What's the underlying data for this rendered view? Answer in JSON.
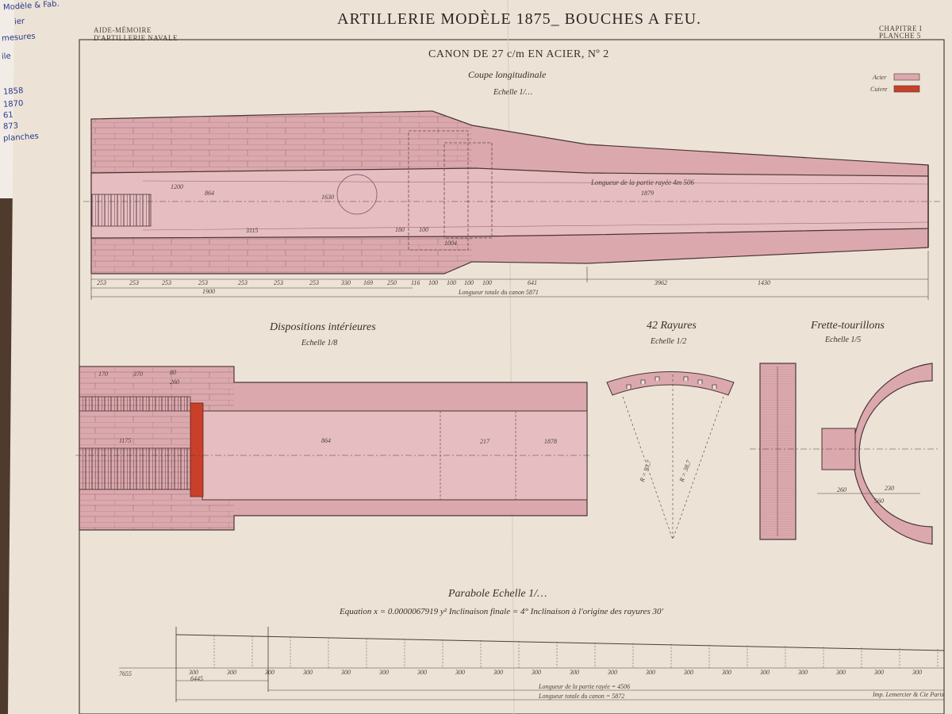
{
  "header": {
    "title": "ARTILLERIE MODÈLE 1875_ BOUCHES A FEU.",
    "left_line1": "AIDE-MÉMOIRE",
    "left_line2": "D'ARTILLERIE NAVALE",
    "right_line1": "CHAPITRE I",
    "right_line2": "PLANCHE 5"
  },
  "main_drawing": {
    "title": "CANON DE 27 c/m EN ACIER, Nº 2",
    "subtitle": "Coupe longitudinale",
    "scale": "Echelle 1/…",
    "rifled_length": "Longueur de la partie rayée 4m 506",
    "rifled_value": "1879",
    "bore_labels": [
      "1200",
      "864",
      "3115",
      "1630",
      "180",
      "100",
      "1004"
    ],
    "bottom_dims": [
      "253",
      "253",
      "253",
      "253",
      "253",
      "253",
      "253",
      "330",
      "169",
      "250",
      "116",
      "100",
      "100",
      "100",
      "100",
      "641",
      "3962",
      "1430"
    ],
    "sub_total": "1900",
    "total_length": "Longueur totale du canon 5871"
  },
  "legend": {
    "items": [
      {
        "label": "Acier",
        "color": "#dba9ad"
      },
      {
        "label": "Cuivre",
        "color": "#c8402a"
      }
    ]
  },
  "interior": {
    "title": "Dispositions intérieures",
    "scale": "Echelle 1/8",
    "labels": [
      "170",
      "370",
      "80",
      "260",
      "1175",
      "864",
      "217",
      "1878"
    ]
  },
  "rifling": {
    "title": "42 Rayures",
    "scale": "Echelle 1/2",
    "labels": [
      "R = 93,7",
      "R = 38,7"
    ]
  },
  "trunnion": {
    "title": "Frette-tourillons",
    "scale": "Echelle 1/5",
    "labels": [
      "260",
      "230",
      "560"
    ]
  },
  "parabola": {
    "title": "Parabole  Echelle 1/…",
    "equation": "Equation  x = 0.0000067919 y²  Inclinaison finale = 4°  Inclinaison à l'origine des rayures 30'",
    "rifled_length": "Longueur de la partie rayée = 4506",
    "total_length": "Longueur totale du canon = 5872",
    "left_value": "7655",
    "sub_value": "6445",
    "spacing": "300"
  },
  "footer": {
    "printer": "Imp. Lemercier & Cie Paris"
  },
  "margin_notes": [
    "Modèle & Fab.",
    "ier",
    "mesures",
    "ile",
    "1858",
    "1870",
    "61",
    "873",
    "planches"
  ]
}
